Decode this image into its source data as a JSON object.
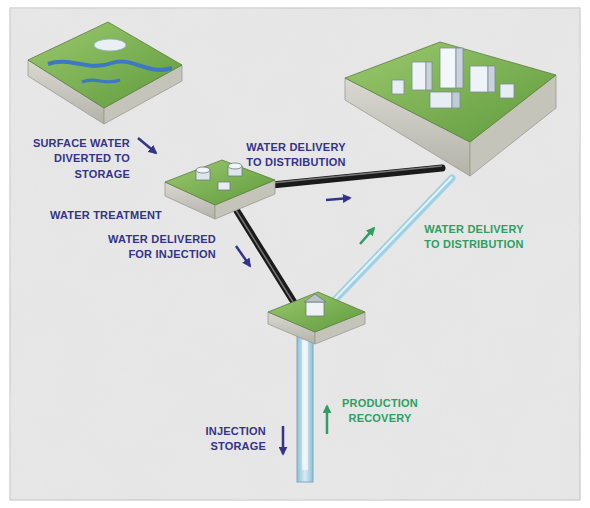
{
  "diagram": {
    "labels": [
      "SURFACE WATER DIVERTED TO STORAGE",
      "WATER DELIVERY TO DISTRIBUTION",
      "WATER TREATMENT",
      "WATER DELIVERED FOR INJECTION",
      "WATER DELIVERY TO DISTRIBUTION",
      "INJECTION STORAGE",
      "PRODUCTION RECOVERY"
    ]
  }
}
